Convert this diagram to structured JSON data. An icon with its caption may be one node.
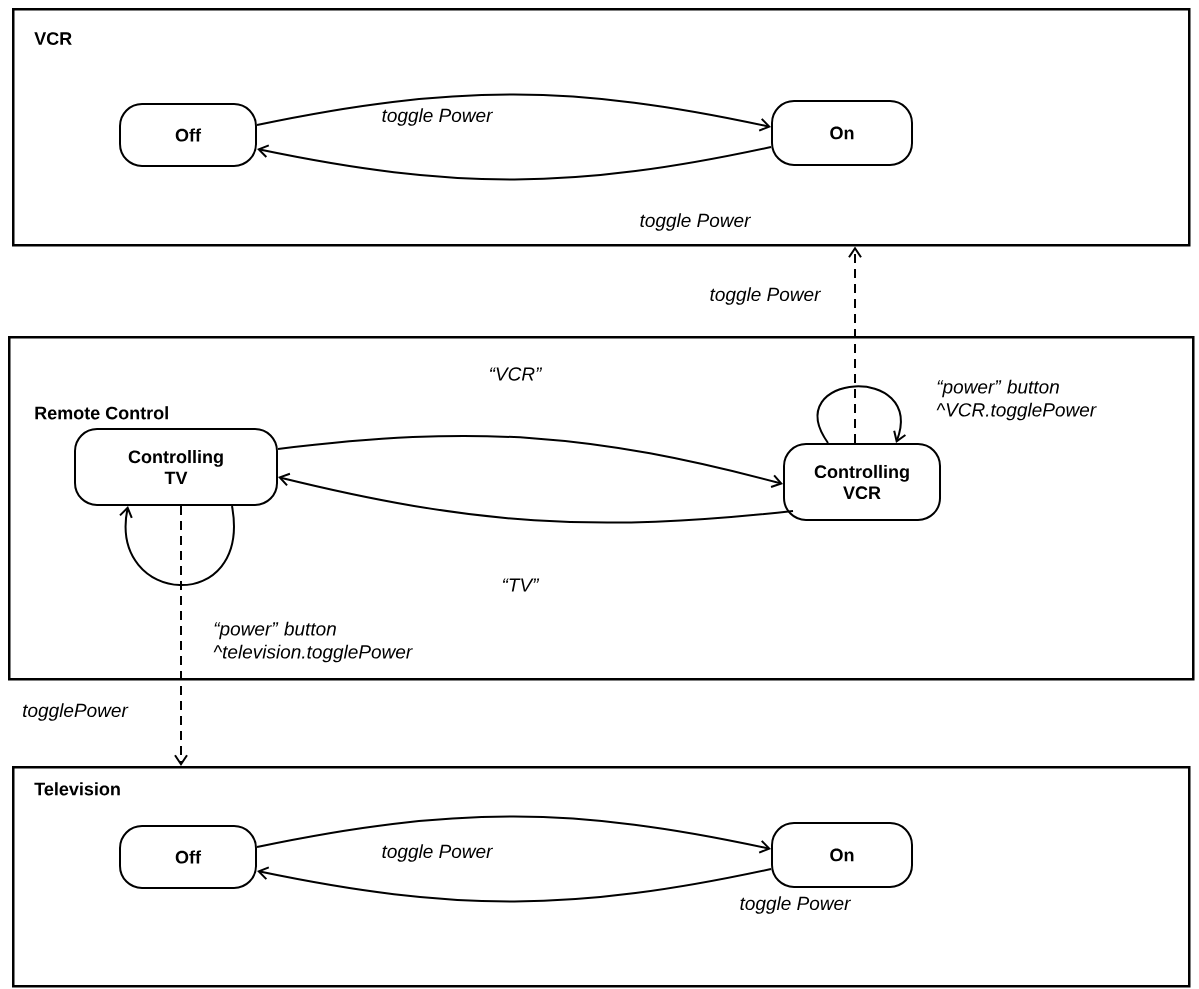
{
  "diagram": {
    "nodes": [
      {
        "text": [
          "VCR"
        ]
      },
      {
        "text": [
          "Off"
        ],
        "in": 0
      },
      {
        "text": [
          "On"
        ],
        "in": 0
      },
      {
        "text": [
          "Remote Control"
        ]
      },
      {
        "text": [
          "Controlling TV"
        ],
        "in": 3
      },
      {
        "text": [
          "Controlling VCR"
        ],
        "in": 3
      },
      {
        "text": [
          "Television"
        ]
      },
      {
        "text": [
          "Off"
        ],
        "in": 6
      },
      {
        "text": [
          "On"
        ],
        "in": 6
      }
    ],
    "edges": [
      {
        "from": 1,
        "to": 2,
        "arrow": "to",
        "label": "toggle Power"
      },
      {
        "from": 2,
        "to": 1,
        "arrow": "to",
        "label": "toggle Power"
      },
      {
        "from": 5,
        "to": 0,
        "arrow": "to",
        "label": "toggle Power",
        "style": "dashed"
      },
      {
        "from": 5,
        "to": 5,
        "arrow": "to",
        "label": "“power” button ^VCR.togglePower"
      },
      {
        "from": 4,
        "to": 5,
        "arrow": "to",
        "label": "“VCR”"
      },
      {
        "from": 5,
        "to": 4,
        "arrow": "to",
        "label": "“TV”"
      },
      {
        "from": 4,
        "to": 4,
        "arrow": "to",
        "label": "“power” button ^television.togglePower"
      },
      {
        "from": 4,
        "to": 6,
        "arrow": "to",
        "label": "togglePower",
        "style": "dashed"
      },
      {
        "from": 7,
        "to": 8,
        "arrow": "to",
        "label": "toggle Power"
      },
      {
        "from": 8,
        "to": 7,
        "arrow": "to",
        "label": "toggle Power"
      }
    ]
  }
}
